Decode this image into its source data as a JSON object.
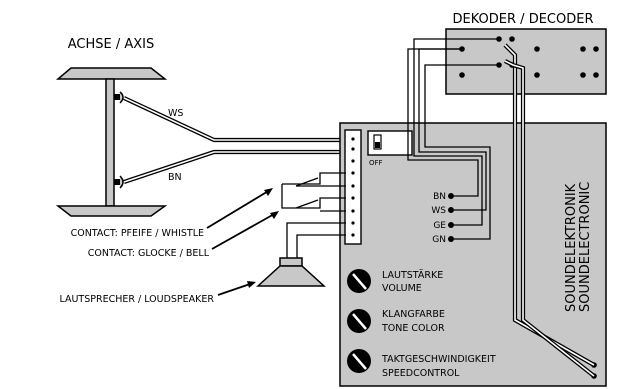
{
  "axis": {
    "title": "ACHSE / AXIS"
  },
  "decoder": {
    "title": "DEKODER / DECODER"
  },
  "wires": {
    "ws": "WS",
    "bn": "BN"
  },
  "switch": {
    "off_label": "OFF"
  },
  "terminals": [
    "BN",
    "WS",
    "GE",
    "GN"
  ],
  "callouts": {
    "whistle": "CONTACT: PFEIFE / WHISTLE",
    "bell": "CONTACT: GLOCKE / BELL",
    "speaker": "LAUTSPRECHER / LOUDSPEAKER"
  },
  "knobs": [
    {
      "line1": "LAUTSTÄRKE",
      "line2": "VOLUME"
    },
    {
      "line1": "KLANGFARBE",
      "line2": "TONE COLOR"
    },
    {
      "line1": "TAKTGESCHWINDIGKEIT",
      "line2": "SPEEDCONTROL"
    }
  ],
  "sound": {
    "line1": "SOUNDELEKTRONIK",
    "line2": "SOUNDELECTRONIC"
  },
  "colors": {
    "board": "#c8c8c8",
    "line": "#000000"
  }
}
